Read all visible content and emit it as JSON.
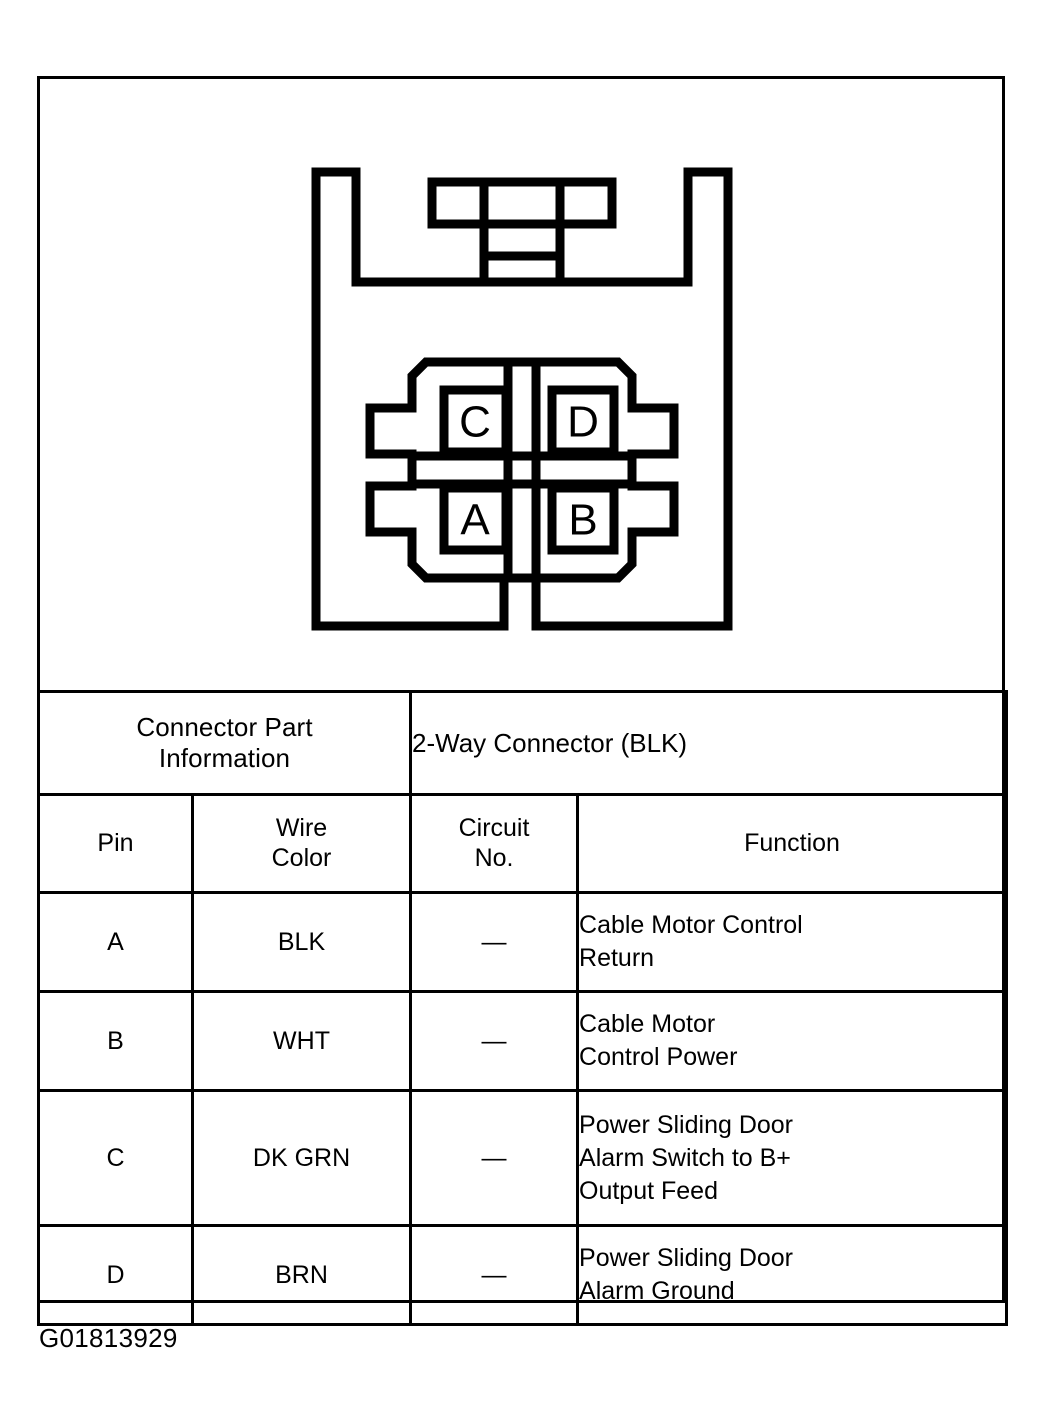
{
  "figure": {
    "id_label": "G01813929",
    "connector": {
      "title": "2-Way Connector (BLK)",
      "pin_labels": {
        "top_left": "C",
        "top_right": "D",
        "bottom_left": "A",
        "bottom_right": "B"
      },
      "line_color": "#000000",
      "fill_color": "#ffffff"
    }
  },
  "table": {
    "group_headers": {
      "left": "Connector Part Information",
      "left_line1": "Connector Part",
      "left_line2": "Information",
      "right": "2-Way Connector (BLK)"
    },
    "columns": [
      {
        "key": "pin",
        "label": "Pin",
        "line1": "",
        "line2": "Pin"
      },
      {
        "key": "wire_color",
        "label": "Wire Color",
        "line1": "Wire",
        "line2": "Color"
      },
      {
        "key": "circuit_no",
        "label": "Circuit No.",
        "line1": "Circuit",
        "line2": "No."
      },
      {
        "key": "function",
        "label": "Function",
        "line1": "",
        "line2": "Function"
      }
    ],
    "rows": [
      {
        "pin": "A",
        "wire_color": "BLK",
        "circuit_no": "—",
        "function_line1": "Cable Motor Control",
        "function_line2": "Return",
        "function_line3": ""
      },
      {
        "pin": "B",
        "wire_color": "WHT",
        "circuit_no": "—",
        "function_line1": "Cable Motor",
        "function_line2": "Control Power",
        "function_line3": ""
      },
      {
        "pin": "C",
        "wire_color": "DK GRN",
        "circuit_no": "—",
        "function_line1": "Power Sliding Door",
        "function_line2": "Alarm Switch to B+",
        "function_line3": "Output Feed"
      },
      {
        "pin": "D",
        "wire_color": "BRN",
        "circuit_no": "—",
        "function_line1": "Power Sliding Door",
        "function_line2": "Alarm Ground",
        "function_line3": ""
      }
    ]
  }
}
